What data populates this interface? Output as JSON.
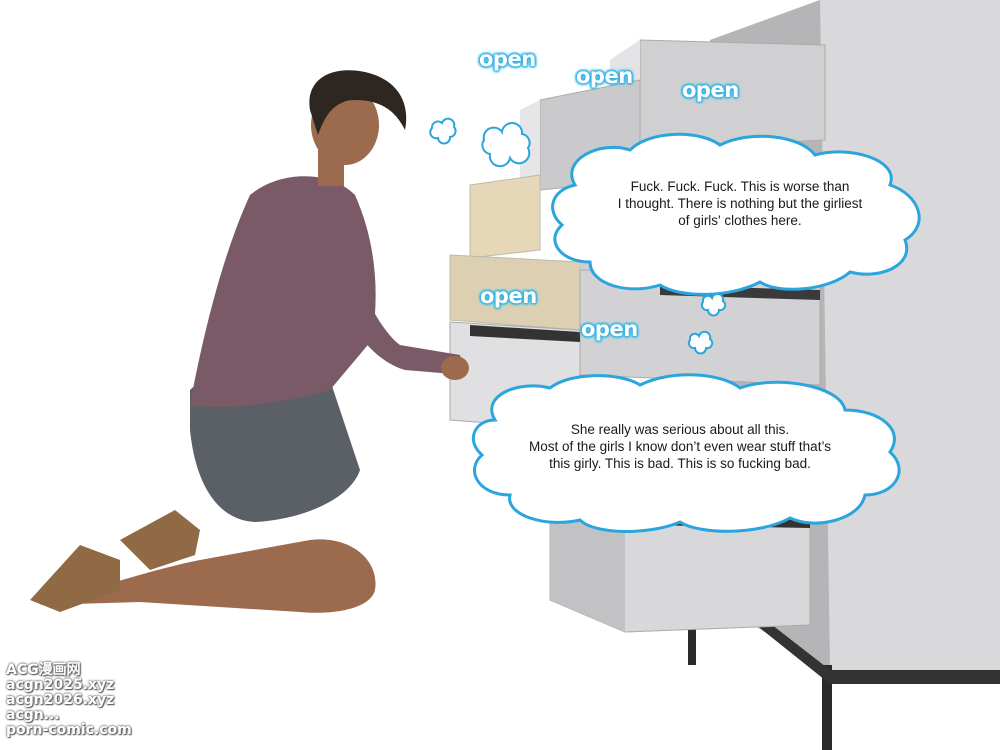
{
  "bubbles": {
    "top": {
      "lines": [
        "Fuck. Fuck. Fuck. This is worse than",
        "I thought. There is nothing but the girliest",
        "of girls' clothes here."
      ]
    },
    "bottom": {
      "lines": [
        "She really was serious about all this.",
        "Most of the girls I know don’t even wear stuff that’s",
        "this girly. This is bad. This is so fucking bad."
      ]
    }
  },
  "sfx": [
    "open",
    "open",
    "open",
    "open",
    "open"
  ],
  "watermark": [
    "ACG漫画网",
    "acgn2025.xyz",
    "acgn2026.xyz",
    "acgn...",
    "porn-comic.com"
  ],
  "colors": {
    "bubble_outline": "#2aa5dd",
    "sfx_glow": "#36b4e4",
    "dresser": "#d8d8da"
  }
}
